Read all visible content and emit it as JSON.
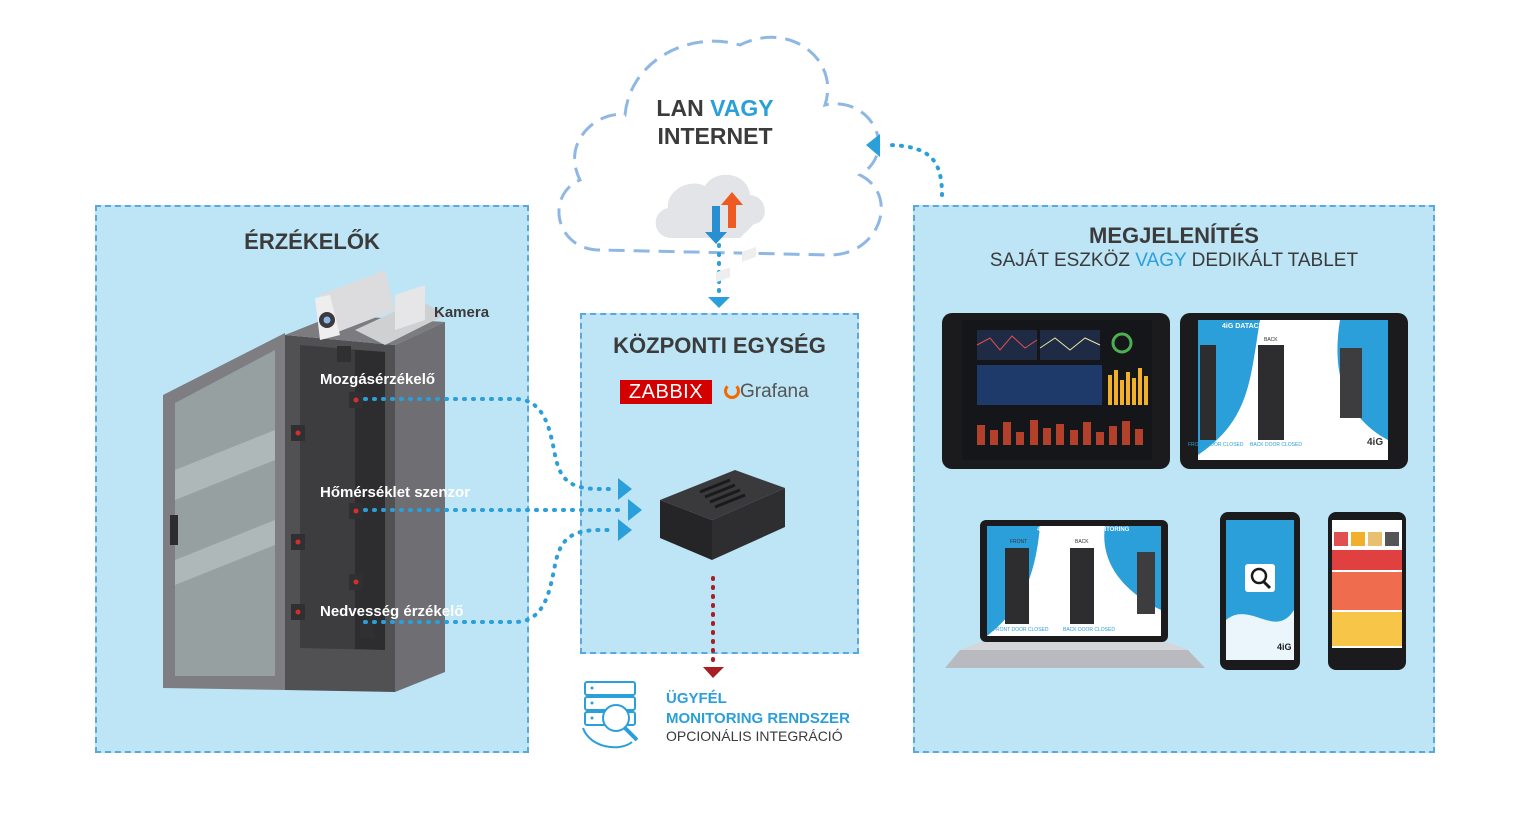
{
  "cloud": {
    "line1": "LAN",
    "line1_accent": "VAGY",
    "line2": "INTERNET"
  },
  "sensors_panel": {
    "title": "ÉRZÉKELŐK",
    "labels": {
      "camera": "Kamera",
      "motion": "Mozgásérzékelő",
      "temperature": "Hőmérséklet szenzor",
      "humidity": "Nedvesség érzékelő"
    }
  },
  "central_panel": {
    "title": "KÖZPONTI EGYSÉG",
    "logo_zabbix": "ZABBIX",
    "logo_grafana": "Grafana"
  },
  "client_system": {
    "line1": "ÜGYFÉL",
    "line2": "MONITORING RENDSZER",
    "line3": "OPCIONÁLIS INTEGRÁCIÓ"
  },
  "display_panel": {
    "title": "MEGJELENÍTÉS",
    "subtitle_pre": "SAJÁT ESZKÖZ ",
    "subtitle_accent": "VAGY",
    "subtitle_post": " DEDIKÁLT TABLET",
    "screen_title": "4iG DATACENTER MONITORING",
    "screen_front": "FRONT",
    "screen_back": "BACK",
    "screen_front_status": "FRONT DOOR CLOSED",
    "screen_back_status": "BACK DOOR CLOSED",
    "brand": "4iG"
  },
  "colors": {
    "accent_blue": "#2b9fd9",
    "panel_bg": "#bde5f5",
    "panel_border": "#5aa9dc",
    "zabbix_red": "#d40000",
    "grafana_orange": "#f46800",
    "dark_red": "#a81e22"
  }
}
